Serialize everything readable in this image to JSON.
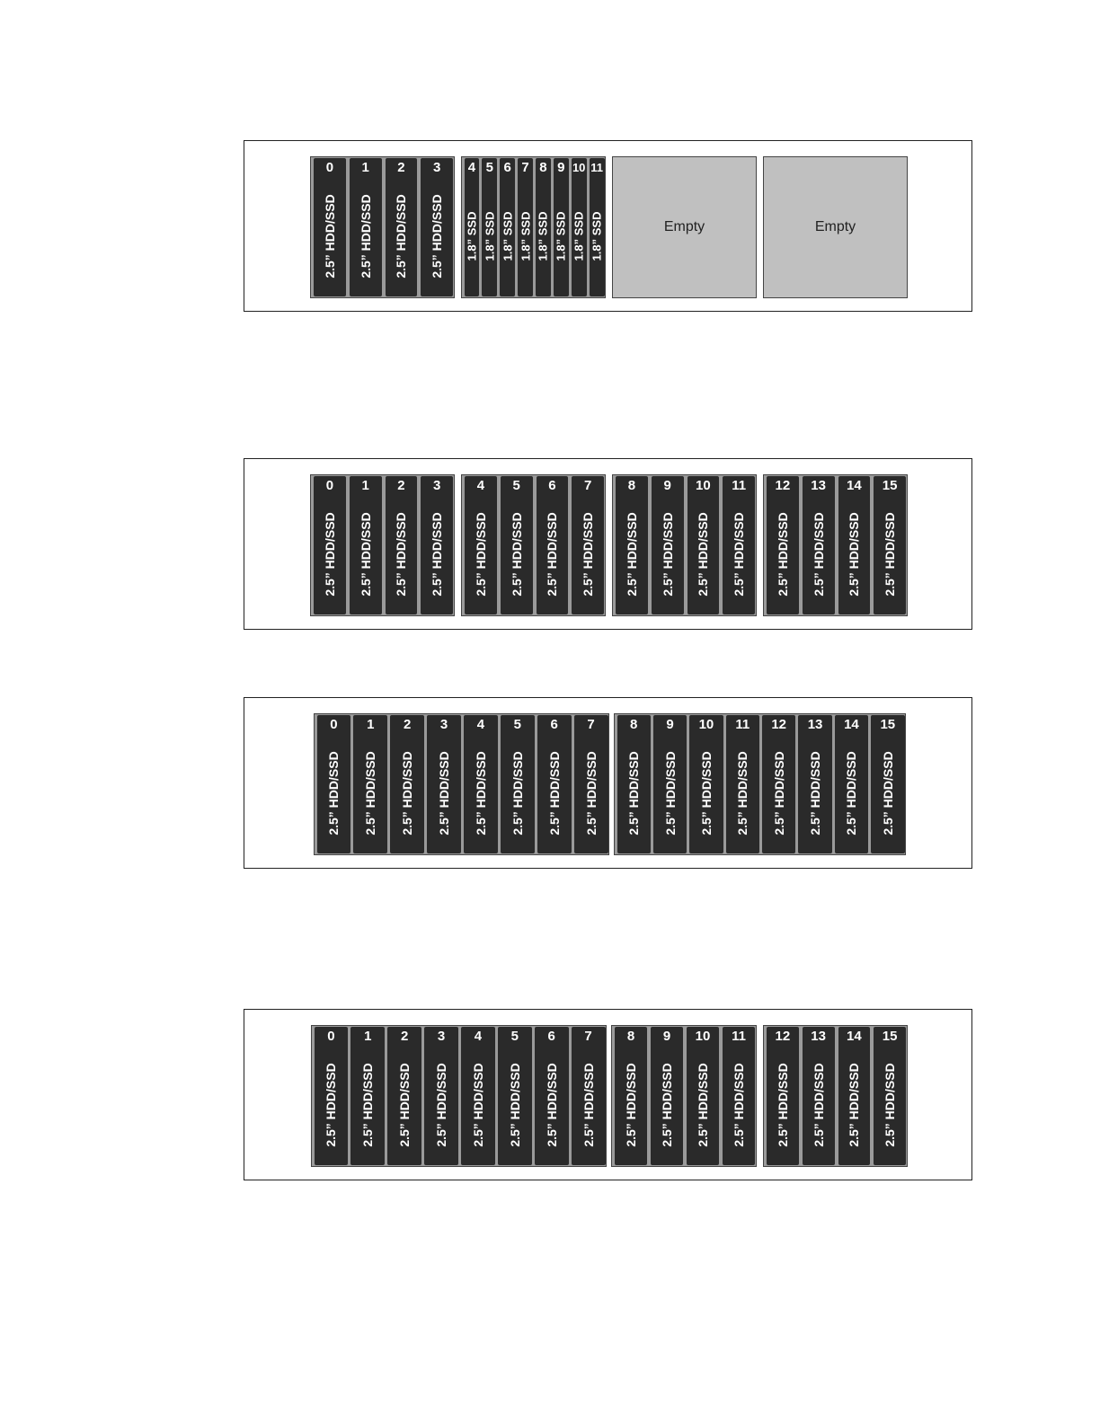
{
  "colors": {
    "bay": "#2a2a2a",
    "cage": "#9a9a9a",
    "empty": "#c0c0c0",
    "text": "#ffffff"
  },
  "configs": [
    {
      "cages": [
        {
          "type": "bays",
          "bays": [
            {
              "num": "0",
              "label": "2.5” HDD/SSD"
            },
            {
              "num": "1",
              "label": "2.5” HDD/SSD"
            },
            {
              "num": "2",
              "label": "2.5” HDD/SSD"
            },
            {
              "num": "3",
              "label": "2.5” HDD/SSD"
            }
          ]
        },
        {
          "type": "bays",
          "bays": [
            {
              "num": "4",
              "label": "1.8” SSD"
            },
            {
              "num": "5",
              "label": "1.8” SSD"
            },
            {
              "num": "6",
              "label": "1.8” SSD"
            },
            {
              "num": "7",
              "label": "1.8” SSD"
            },
            {
              "num": "8",
              "label": "1.8” SSD"
            },
            {
              "num": "9",
              "label": "1.8” SSD"
            },
            {
              "num": "10",
              "label": "1.8” SSD"
            },
            {
              "num": "11",
              "label": "1.8” SSD"
            }
          ]
        },
        {
          "type": "empty",
          "label": "Empty"
        },
        {
          "type": "empty",
          "label": "Empty"
        }
      ]
    },
    {
      "cages": [
        {
          "type": "bays",
          "bays": [
            {
              "num": "0",
              "label": "2.5” HDD/SSD"
            },
            {
              "num": "1",
              "label": "2.5” HDD/SSD"
            },
            {
              "num": "2",
              "label": "2.5” HDD/SSD"
            },
            {
              "num": "3",
              "label": "2.5” HDD/SSD"
            }
          ]
        },
        {
          "type": "bays",
          "bays": [
            {
              "num": "4",
              "label": "2.5” HDD/SSD"
            },
            {
              "num": "5",
              "label": "2.5” HDD/SSD"
            },
            {
              "num": "6",
              "label": "2.5” HDD/SSD"
            },
            {
              "num": "7",
              "label": "2.5” HDD/SSD"
            }
          ]
        },
        {
          "type": "bays",
          "bays": [
            {
              "num": "8",
              "label": "2.5” HDD/SSD"
            },
            {
              "num": "9",
              "label": "2.5” HDD/SSD"
            },
            {
              "num": "10",
              "label": "2.5” HDD/SSD"
            },
            {
              "num": "11",
              "label": "2.5” HDD/SSD"
            }
          ]
        },
        {
          "type": "bays",
          "bays": [
            {
              "num": "12",
              "label": "2.5” HDD/SSD"
            },
            {
              "num": "13",
              "label": "2.5” HDD/SSD"
            },
            {
              "num": "14",
              "label": "2.5” HDD/SSD"
            },
            {
              "num": "15",
              "label": "2.5” HDD/SSD"
            }
          ]
        }
      ]
    },
    {
      "cages": [
        {
          "type": "bays",
          "bays": [
            {
              "num": "0",
              "label": "2.5” HDD/SSD"
            },
            {
              "num": "1",
              "label": "2.5” HDD/SSD"
            },
            {
              "num": "2",
              "label": "2.5” HDD/SSD"
            },
            {
              "num": "3",
              "label": "2.5” HDD/SSD"
            },
            {
              "num": "4",
              "label": "2.5” HDD/SSD"
            },
            {
              "num": "5",
              "label": "2.5” HDD/SSD"
            },
            {
              "num": "6",
              "label": "2.5” HDD/SSD"
            },
            {
              "num": "7",
              "label": "2.5” HDD/SSD"
            }
          ]
        },
        {
          "type": "bays",
          "bays": [
            {
              "num": "8",
              "label": "2.5” HDD/SSD"
            },
            {
              "num": "9",
              "label": "2.5” HDD/SSD"
            },
            {
              "num": "10",
              "label": "2.5” HDD/SSD"
            },
            {
              "num": "11",
              "label": "2.5” HDD/SSD"
            },
            {
              "num": "12",
              "label": "2.5” HDD/SSD"
            },
            {
              "num": "13",
              "label": "2.5” HDD/SSD"
            },
            {
              "num": "14",
              "label": "2.5” HDD/SSD"
            },
            {
              "num": "15",
              "label": "2.5” HDD/SSD"
            }
          ]
        }
      ]
    },
    {
      "cages": [
        {
          "type": "bays",
          "bays": [
            {
              "num": "0",
              "label": "2.5” HDD/SSD"
            },
            {
              "num": "1",
              "label": "2.5” HDD/SSD"
            },
            {
              "num": "2",
              "label": "2.5” HDD/SSD"
            },
            {
              "num": "3",
              "label": "2.5” HDD/SSD"
            },
            {
              "num": "4",
              "label": "2.5” HDD/SSD"
            },
            {
              "num": "5",
              "label": "2.5” HDD/SSD"
            },
            {
              "num": "6",
              "label": "2.5” HDD/SSD"
            },
            {
              "num": "7",
              "label": "2.5” HDD/SSD"
            }
          ]
        },
        {
          "type": "bays",
          "bays": [
            {
              "num": "8",
              "label": "2.5” HDD/SSD"
            },
            {
              "num": "9",
              "label": "2.5” HDD/SSD"
            },
            {
              "num": "10",
              "label": "2.5” HDD/SSD"
            },
            {
              "num": "11",
              "label": "2.5” HDD/SSD"
            }
          ]
        },
        {
          "type": "bays",
          "bays": [
            {
              "num": "12",
              "label": "2.5” HDD/SSD"
            },
            {
              "num": "13",
              "label": "2.5” HDD/SSD"
            },
            {
              "num": "14",
              "label": "2.5” HDD/SSD"
            },
            {
              "num": "15",
              "label": "2.5” HDD/SSD"
            }
          ]
        }
      ]
    }
  ]
}
